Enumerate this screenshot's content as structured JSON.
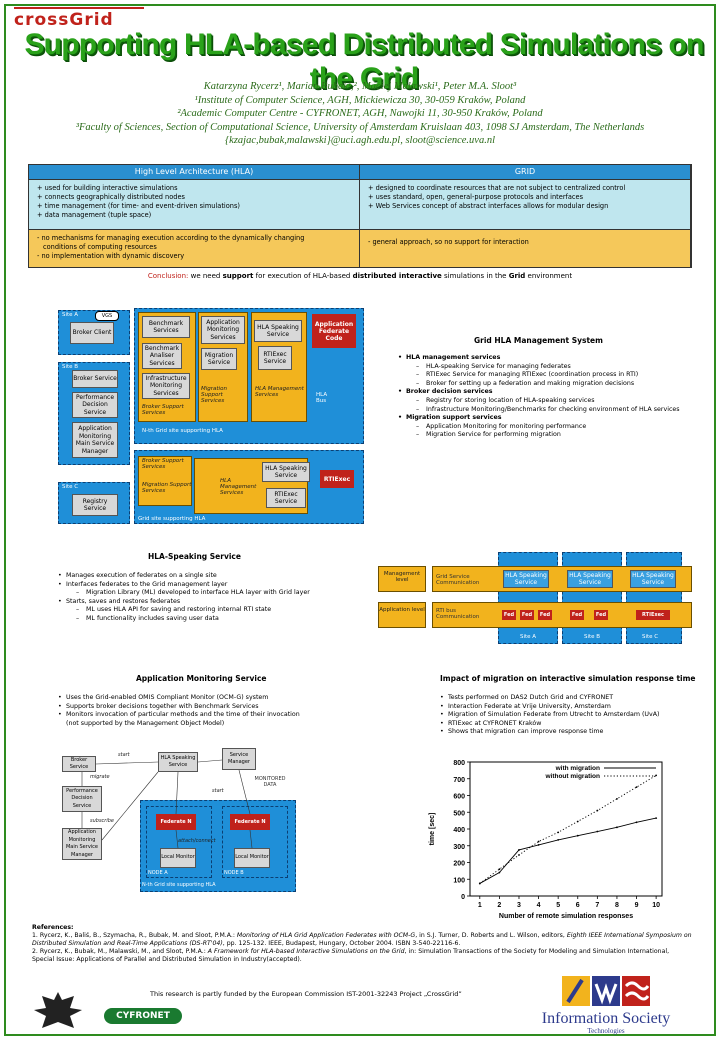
{
  "logo": "crossGrid",
  "title": "Supporting HLA-based Distributed Simulations on the Grid",
  "authors_line": "Katarzyna Rycerz¹, Marian Bubak¹,², Maciej Malawski¹, Peter M.A. Sloot³",
  "affil1": "¹Institute of Computer Science, AGH, Mickiewicza 30, 30-059 Kraków, Poland",
  "affil2": "²Academic Computer Centre - CYFRONET, AGH, Nawojki 11, 30-950 Kraków, Poland",
  "affil3": "³Faculty of Sciences, Section of Computational Science, University of Amsterdam Kruislaan 403, 1098 SJ Amsterdam, The Netherlands",
  "emails": "{kzajac,bubak,malawski}@uci.agh.edu.pl, sloot@science.uva.nl",
  "comparison": {
    "hla_header": "High Level Architecture (HLA)",
    "grid_header": "GRID",
    "hla_pros": [
      "+ used for building interactive simulations",
      "+ connects geographically distributed nodes",
      "+ time management (for time- and event-driven simulations)",
      "+ data management (tuple space)"
    ],
    "grid_pros": [
      "+ designed to coordinate resources that are not subject to centralized control",
      "+ uses standard, open, general-purpose protocols and interfaces",
      "+ Web Services concept of abstract interfaces allows for modular design"
    ],
    "hla_cons": [
      "- no mechanisms for managing execution according to the dynamically changing",
      "  conditions of computing resources",
      "- no implementation with dynamic discovery"
    ],
    "grid_cons": [
      "- general approach, so no support for interaction"
    ]
  },
  "conclusion": {
    "label": "Conclusion:",
    "text1": " we need ",
    "bold1": "support",
    "text2": " for execution of HLA-based ",
    "bold2": "distributed interactive",
    "text3": " simulations in the ",
    "bold3": "Grid",
    "text4": " environment"
  },
  "arch": {
    "site_a": "Site A",
    "site_a_badge": "VGS",
    "broker_client": "Broker Client",
    "site_b": "Site B",
    "broker_service": "Broker Service",
    "perf_decision": "Performance Decision Service",
    "app_monitoring_main": "Application Monitoring Main Service Manager",
    "site_c": "Site C",
    "registry": "Registry Service",
    "benchmark_services": "Benchmark Services",
    "benchmark_analiser": "Benchmark Analiser Services",
    "infra_monitoring": "Infrastructure Monitoring Services",
    "broker_support": "Broker Support Services",
    "app_monitoring_services": "Application Monitoring Services",
    "migration_service": "Migration Service",
    "migration_support": "Migration Support Services",
    "hla_speaking_service": "HLA Speaking Service",
    "rtiexec_service": "RTIExec Service",
    "hla_mgmt_services": "HLA Management Services",
    "hla_bus": "HLA Bus",
    "app_federate_code": "Application Federate Code",
    "nth_site": "N-th Grid site supporting HLA",
    "broker_support2": "Broker Support Services",
    "migration_support2": "Migration Support Services",
    "hla_mgmt2": "HLA Management Services",
    "hla_speaking2": "HLA Speaking Service",
    "rtiexec2": "RTIExec Service",
    "rtiexec_red": "RTIExec",
    "grid_site_hla": "Grid site supporting HLA"
  },
  "ghms": {
    "title": "Grid HLA Management System",
    "g1": "HLA management services",
    "g1_items": [
      "HLA-speaking Service for managing federates",
      "RTIExec Service for managing RTIExec (coordination process in RTI)",
      "Broker for setting up a federation and making migration decisions"
    ],
    "g2": "Broker decision services",
    "g2_items": [
      "Registry for storing location of HLA-speaking services",
      "Infrastructure Monitoring/Benchmarks for checking environment of HLA services"
    ],
    "g3": "Migration support services",
    "g3_items": [
      "Application Monitoring for monitoring performance",
      "Migration Service for performing migration"
    ]
  },
  "hla_speaking": {
    "title": "HLA-Speaking Service",
    "items": [
      "Manages execution of federates on a single site",
      "Interfaces federates to the Grid management layer"
    ],
    "sub1": "Migration Library (ML) developed to interface HLA layer with Grid layer",
    "item3": "Starts, saves and restores federates",
    "sub3": [
      "ML uses HLA API for saving and restoring internal RTI state",
      "ML functionality includes saving user data"
    ]
  },
  "layers": {
    "mgmt_level": "Management level",
    "app_level": "Application level",
    "grid_comm": "Grid Service Communication",
    "rti_bus": "RTI bus Communication",
    "hla_svc": "HLA Speaking Service",
    "fed": "Fed",
    "rtiexec": "RTIExec",
    "site_a": "Site A",
    "site_b": "Site B",
    "site_c": "Site C"
  },
  "app_monitoring": {
    "title": "Application Monitoring Service",
    "items": [
      "Uses the Grid-enabled OMIS Compliant Monitor (OCM-G) system",
      "Supports broker decisions together with Benchmark Services",
      "Monitors invocation of particular methods and the time of their invocation",
      "(not supported by the Management Object Model)"
    ]
  },
  "am_diagram": {
    "broker": "Broker Service",
    "perf": "Performance Decision Service",
    "appmon": "Application Monitoring Main Service Manager",
    "hla_svc": "HLA Speaking Service",
    "svc_mgr": "Service Manager",
    "monitored": "MONITORED DATA",
    "fed_n1": "Federate N",
    "fed_n2": "Federate N",
    "local1": "Local Monitor",
    "local2": "Local Monitor",
    "node_a": "NODE A",
    "node_b": "NODE B",
    "nth": "N-th Grid site supporting HLA",
    "start": "start",
    "migrate": "migrate",
    "subscribe": "subscribe",
    "attach": "attach/connect",
    "start2": "start"
  },
  "impact": {
    "title": "Impact of migration on interactive simulation response time",
    "items": [
      "Tests performed on DAS2 Dutch Grid and CYFRONET",
      "Interaction Federate at Vrije University, Amsterdam",
      "Migration of Simulation Federate from Utrecht to Amsterdam (UvA)",
      "RTIExec at CYFRONET Kraków",
      "Shows that migration can improve response time"
    ]
  },
  "chart_data": {
    "type": "line",
    "xlabel": "Number of remote simulation responses",
    "ylabel": "time [sec]",
    "xlim": [
      0.5,
      10.3
    ],
    "ylim": [
      0,
      800
    ],
    "xticks": [
      1,
      2,
      3,
      4,
      5,
      6,
      7,
      8,
      9,
      10
    ],
    "yticks": [
      0,
      100,
      200,
      300,
      400,
      500,
      600,
      700,
      800
    ],
    "legend_position": "top-right",
    "series": [
      {
        "name": "with migration",
        "style": "solid",
        "x": [
          1,
          2,
          3,
          4,
          5,
          6,
          7,
          8,
          9,
          10
        ],
        "y": [
          75,
          140,
          275,
          305,
          335,
          360,
          385,
          410,
          440,
          465
        ]
      },
      {
        "name": "without migration",
        "style": "dotted",
        "x": [
          1,
          2,
          3,
          4,
          5,
          6,
          7,
          8,
          9,
          10
        ],
        "y": [
          75,
          160,
          245,
          325,
          380,
          445,
          510,
          580,
          650,
          720
        ]
      }
    ]
  },
  "refs": {
    "title": "References:",
    "r1a": "1. Rycerz, K., Baliś, B., Szymacha, R., Bubak, M. and Sloot, P.M.A.: ",
    "r1b": "Monitoring of HLA Grid Application Federates with OCM-G",
    "r1c": ", in S.J. Turner, D. Roberts and L. Wilson, editors, ",
    "r1d": "Eighth IEEE International Symposium on Distributed Simulation and Real-Time Applications (DS-RT'04)",
    "r1e": ", pp. 125-132. IEEE, Budapest, Hungary, October 2004. ISBN 3-540-22116-6.",
    "r2a": "2. Rycerz, K., Bubak, M., Malawski, M., and Sloot, P.M.A.: ",
    "r2b": "A Framework for HLA-based Interactive Simulations on the Grid",
    "r2c": ", in: Simulation Transactions of the Society for Modeling and Simulation International, Special Issue: Applications of Parallel and Distributed Simulation in Industry(accepted)."
  },
  "funding": "This research is partly funded by the European Commission IST-2001-32243 Project „CrossGrid”",
  "cyfronet": "CYFRONET",
  "ist": "Information Society",
  "ist2": "Technologies",
  "colors": {
    "title_green": "#2aa21a",
    "blue": "#1f8fd8",
    "orange": "#f2b31d",
    "red": "#c0221b",
    "pros_bg": "#bfe6ee",
    "cons_bg": "#f5c85a"
  }
}
